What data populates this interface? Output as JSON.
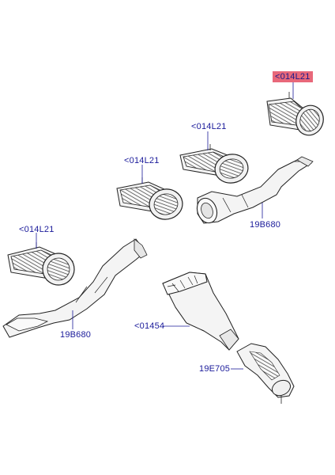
{
  "labels": {
    "vent_top_right": "<014L21",
    "vent_upper_mid": "<014L21",
    "vent_mid": "<014L21",
    "vent_left": "<014L21",
    "duct_right": "19B680",
    "duct_left": "19B680",
    "duct_center": "<01454",
    "duct_small": "19E705"
  },
  "colors": {
    "highlight": "#e8687a",
    "label_text": "#1a1a9a",
    "leader": "#1a1a9a",
    "part_outline": "#222222"
  }
}
